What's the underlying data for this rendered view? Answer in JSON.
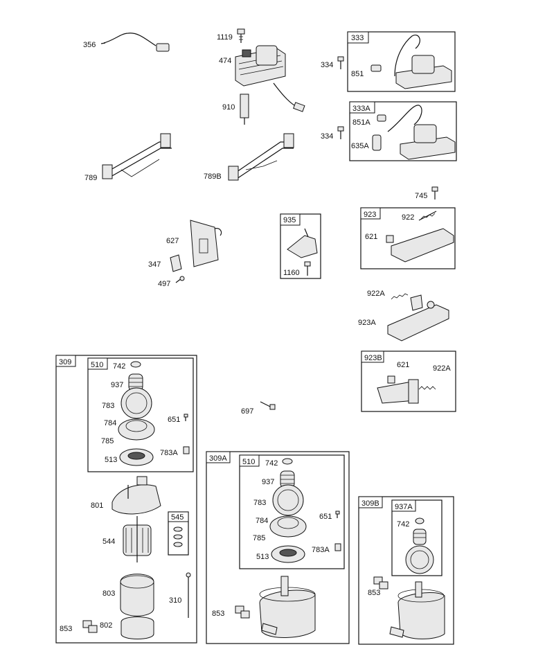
{
  "labels": {
    "l356": "356",
    "l1119": "1119",
    "l474": "474",
    "l910": "910",
    "l789": "789",
    "l789b": "789B",
    "l334a": "334",
    "l851": "851",
    "l334b": "334",
    "l851a": "851A",
    "l635a": "635A",
    "l745": "745",
    "l922": "922",
    "l621": "621",
    "l627": "627",
    "l347": "347",
    "l497": "497",
    "l1160": "1160",
    "l922a": "922A",
    "l923a": "923A",
    "l621b": "621",
    "l922a2": "922A",
    "l742": "742",
    "l937": "937",
    "l783": "783",
    "l784": "784",
    "l785": "785",
    "l513": "513",
    "l651": "651",
    "l783a": "783A",
    "l801": "801",
    "l544": "544",
    "l803": "803",
    "l310": "310",
    "l853": "853",
    "l802": "802",
    "l697": "697",
    "l742b": "742",
    "l937b": "937",
    "l783b": "783",
    "l784b": "784",
    "l785b": "785",
    "l513b": "513",
    "l651b": "651",
    "l783ab": "783A",
    "l853b": "853",
    "l742c": "742",
    "l853c": "853"
  },
  "boxes": {
    "b333": "333",
    "b333a": "333A",
    "b923": "923",
    "b935": "935",
    "b923b": "923B",
    "b309": "309",
    "b510": "510",
    "b545": "545",
    "b309a": "309A",
    "b510b": "510",
    "b309b": "309B",
    "b937a": "937A"
  }
}
